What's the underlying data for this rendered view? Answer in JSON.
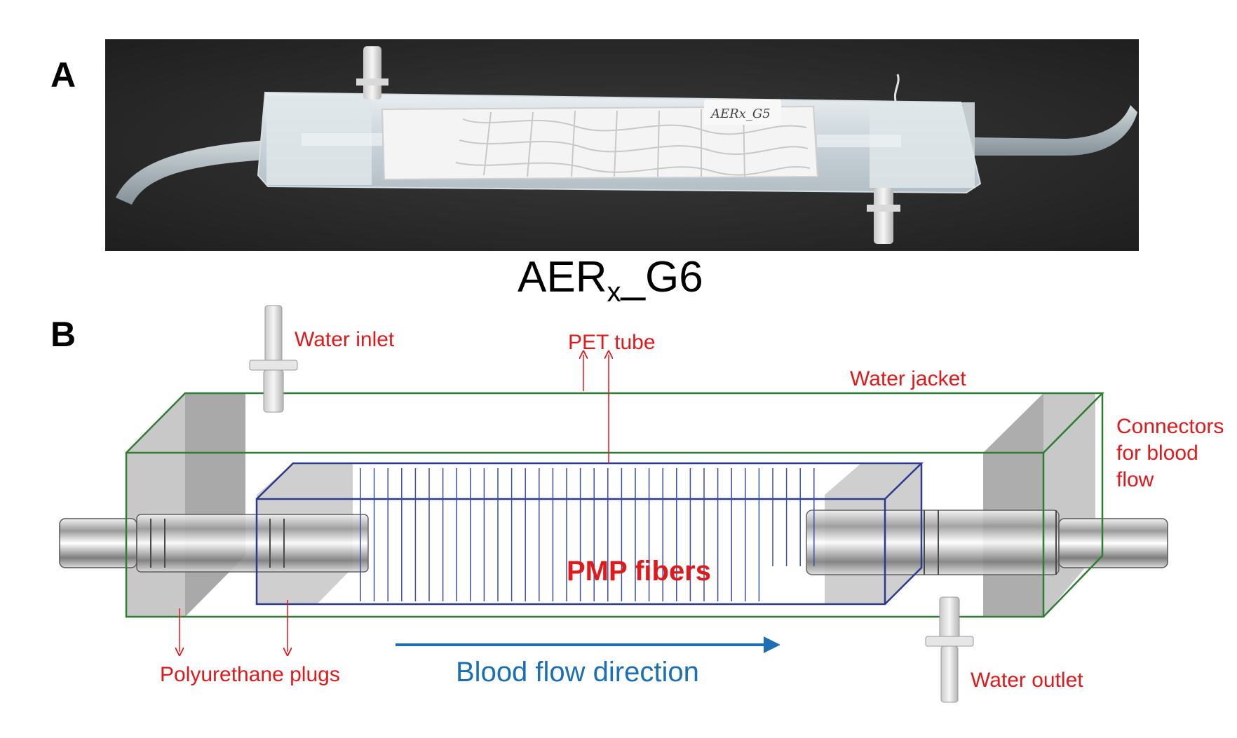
{
  "panel_a": {
    "letter": "A",
    "device_label": "AERx_G5"
  },
  "caption": {
    "main": "AER",
    "subscript": "x",
    "suffix": "_G6"
  },
  "panel_b": {
    "letter": "B",
    "labels": {
      "water_inlet": "Water inlet",
      "pet_tube": "PET tube",
      "water_jacket": "Water jacket",
      "connectors_line1": "Connectors",
      "connectors_line2": "for blood",
      "connectors_line3": "flow",
      "pmp_fibers": "PMP fibers",
      "polyurethane_plugs": "Polyurethane plugs",
      "blood_flow_direction": "Blood flow direction",
      "water_outlet": "Water outlet"
    },
    "colors": {
      "label_red": "#e0191b",
      "flow_blue": "#1b6fb5",
      "jacket_green": "#2e7d32",
      "pet_tube_navy": "#2b3a8c",
      "plug_gray": "#9a9a9a"
    }
  }
}
